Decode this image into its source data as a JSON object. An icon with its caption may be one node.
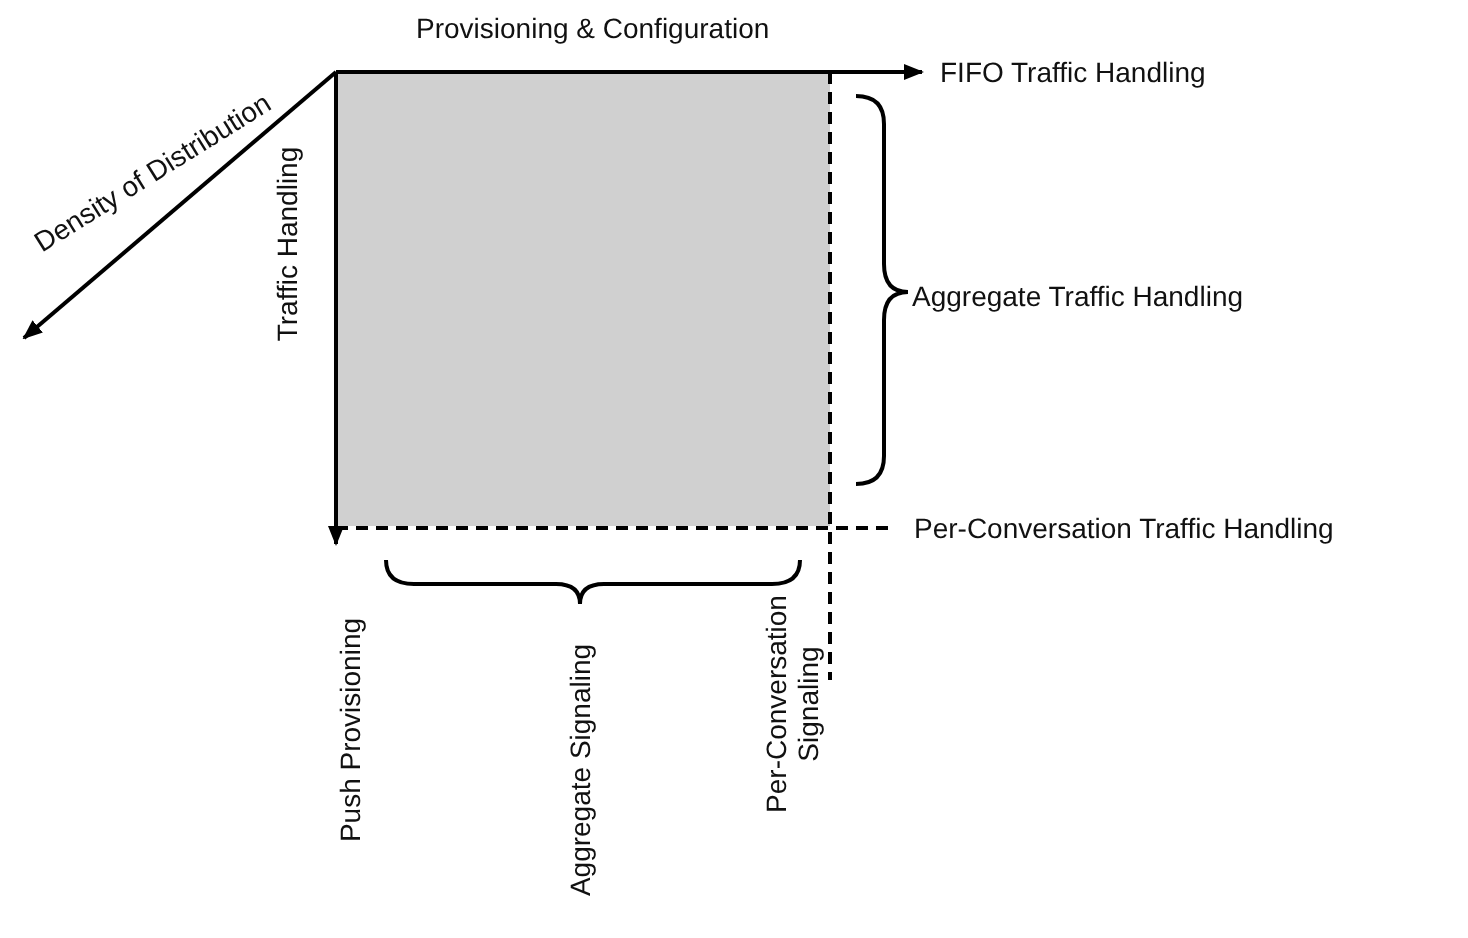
{
  "diagram": {
    "labels": [
      "Provisioning & Configuration",
      "FIFO Traffic Handling",
      "Density of Distribution",
      "Traffic Handling",
      "Aggregate Traffic Handling",
      "Per-Conversation Traffic Handling",
      "Push Provisioning",
      "Aggregate Signaling",
      "Per-Conversation Signaling"
    ]
  }
}
